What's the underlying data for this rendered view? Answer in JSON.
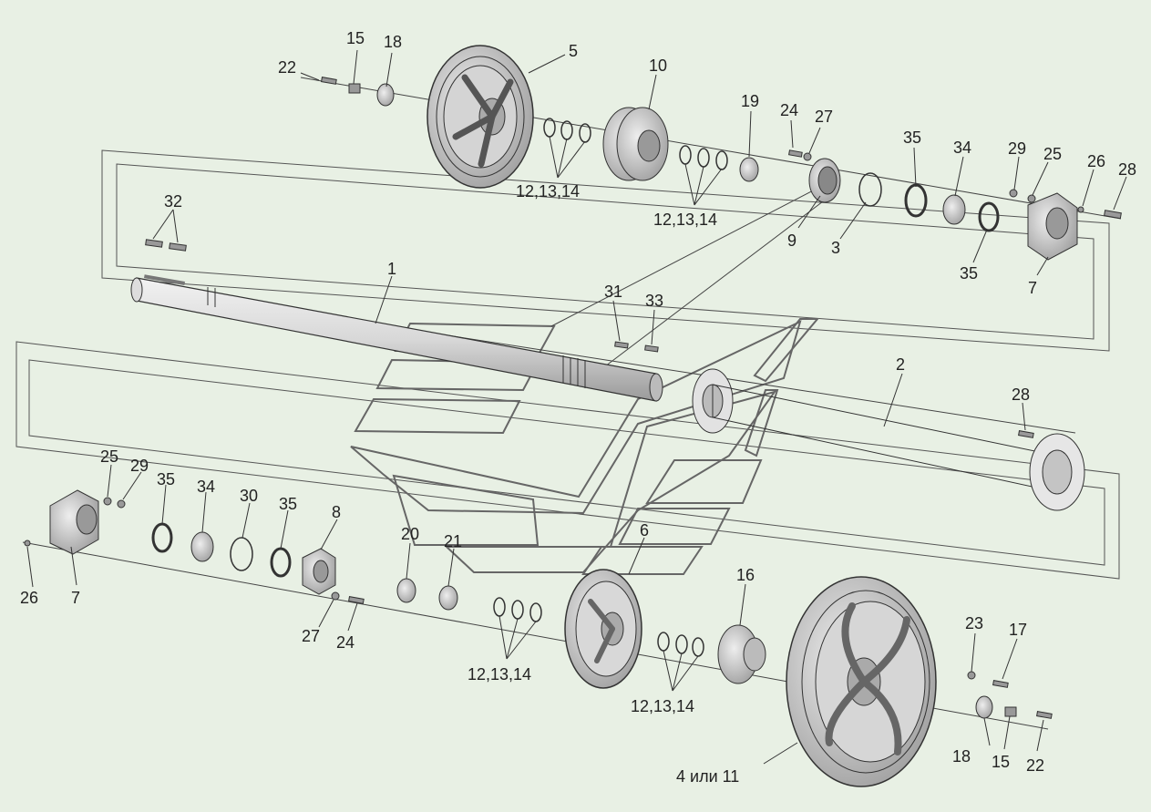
{
  "background": "#e8f0e4",
  "stroke_color": "#333333",
  "callouts": {
    "c1": "1",
    "c2": "2",
    "c3": "3",
    "c4_11": "4 или 11",
    "c5": "5",
    "c6": "6",
    "c7a": "7",
    "c7b": "7",
    "c8": "8",
    "c9": "9",
    "c10": "10",
    "c12a": "12,13,14",
    "c12b": "12,13,14",
    "c12c": "12,13,14",
    "c12d": "12,13,14",
    "c15a": "15",
    "c15b": "15",
    "c16": "16",
    "c17": "17",
    "c18a": "18",
    "c18b": "18",
    "c19": "19",
    "c20": "20",
    "c21": "21",
    "c22a": "22",
    "c22b": "22",
    "c23": "23",
    "c24a": "24",
    "c24b": "24",
    "c25a": "25",
    "c25b": "25",
    "c26a": "26",
    "c26b": "26",
    "c27a": "27",
    "c27b": "27",
    "c28a": "28",
    "c28b": "28",
    "c29a": "29",
    "c29b": "29",
    "c30": "30",
    "c31": "31",
    "c32": "32",
    "c33": "33",
    "c34a": "34",
    "c34b": "34",
    "c35a": "35",
    "c35b": "35",
    "c35c": "35",
    "c35d": "35"
  }
}
